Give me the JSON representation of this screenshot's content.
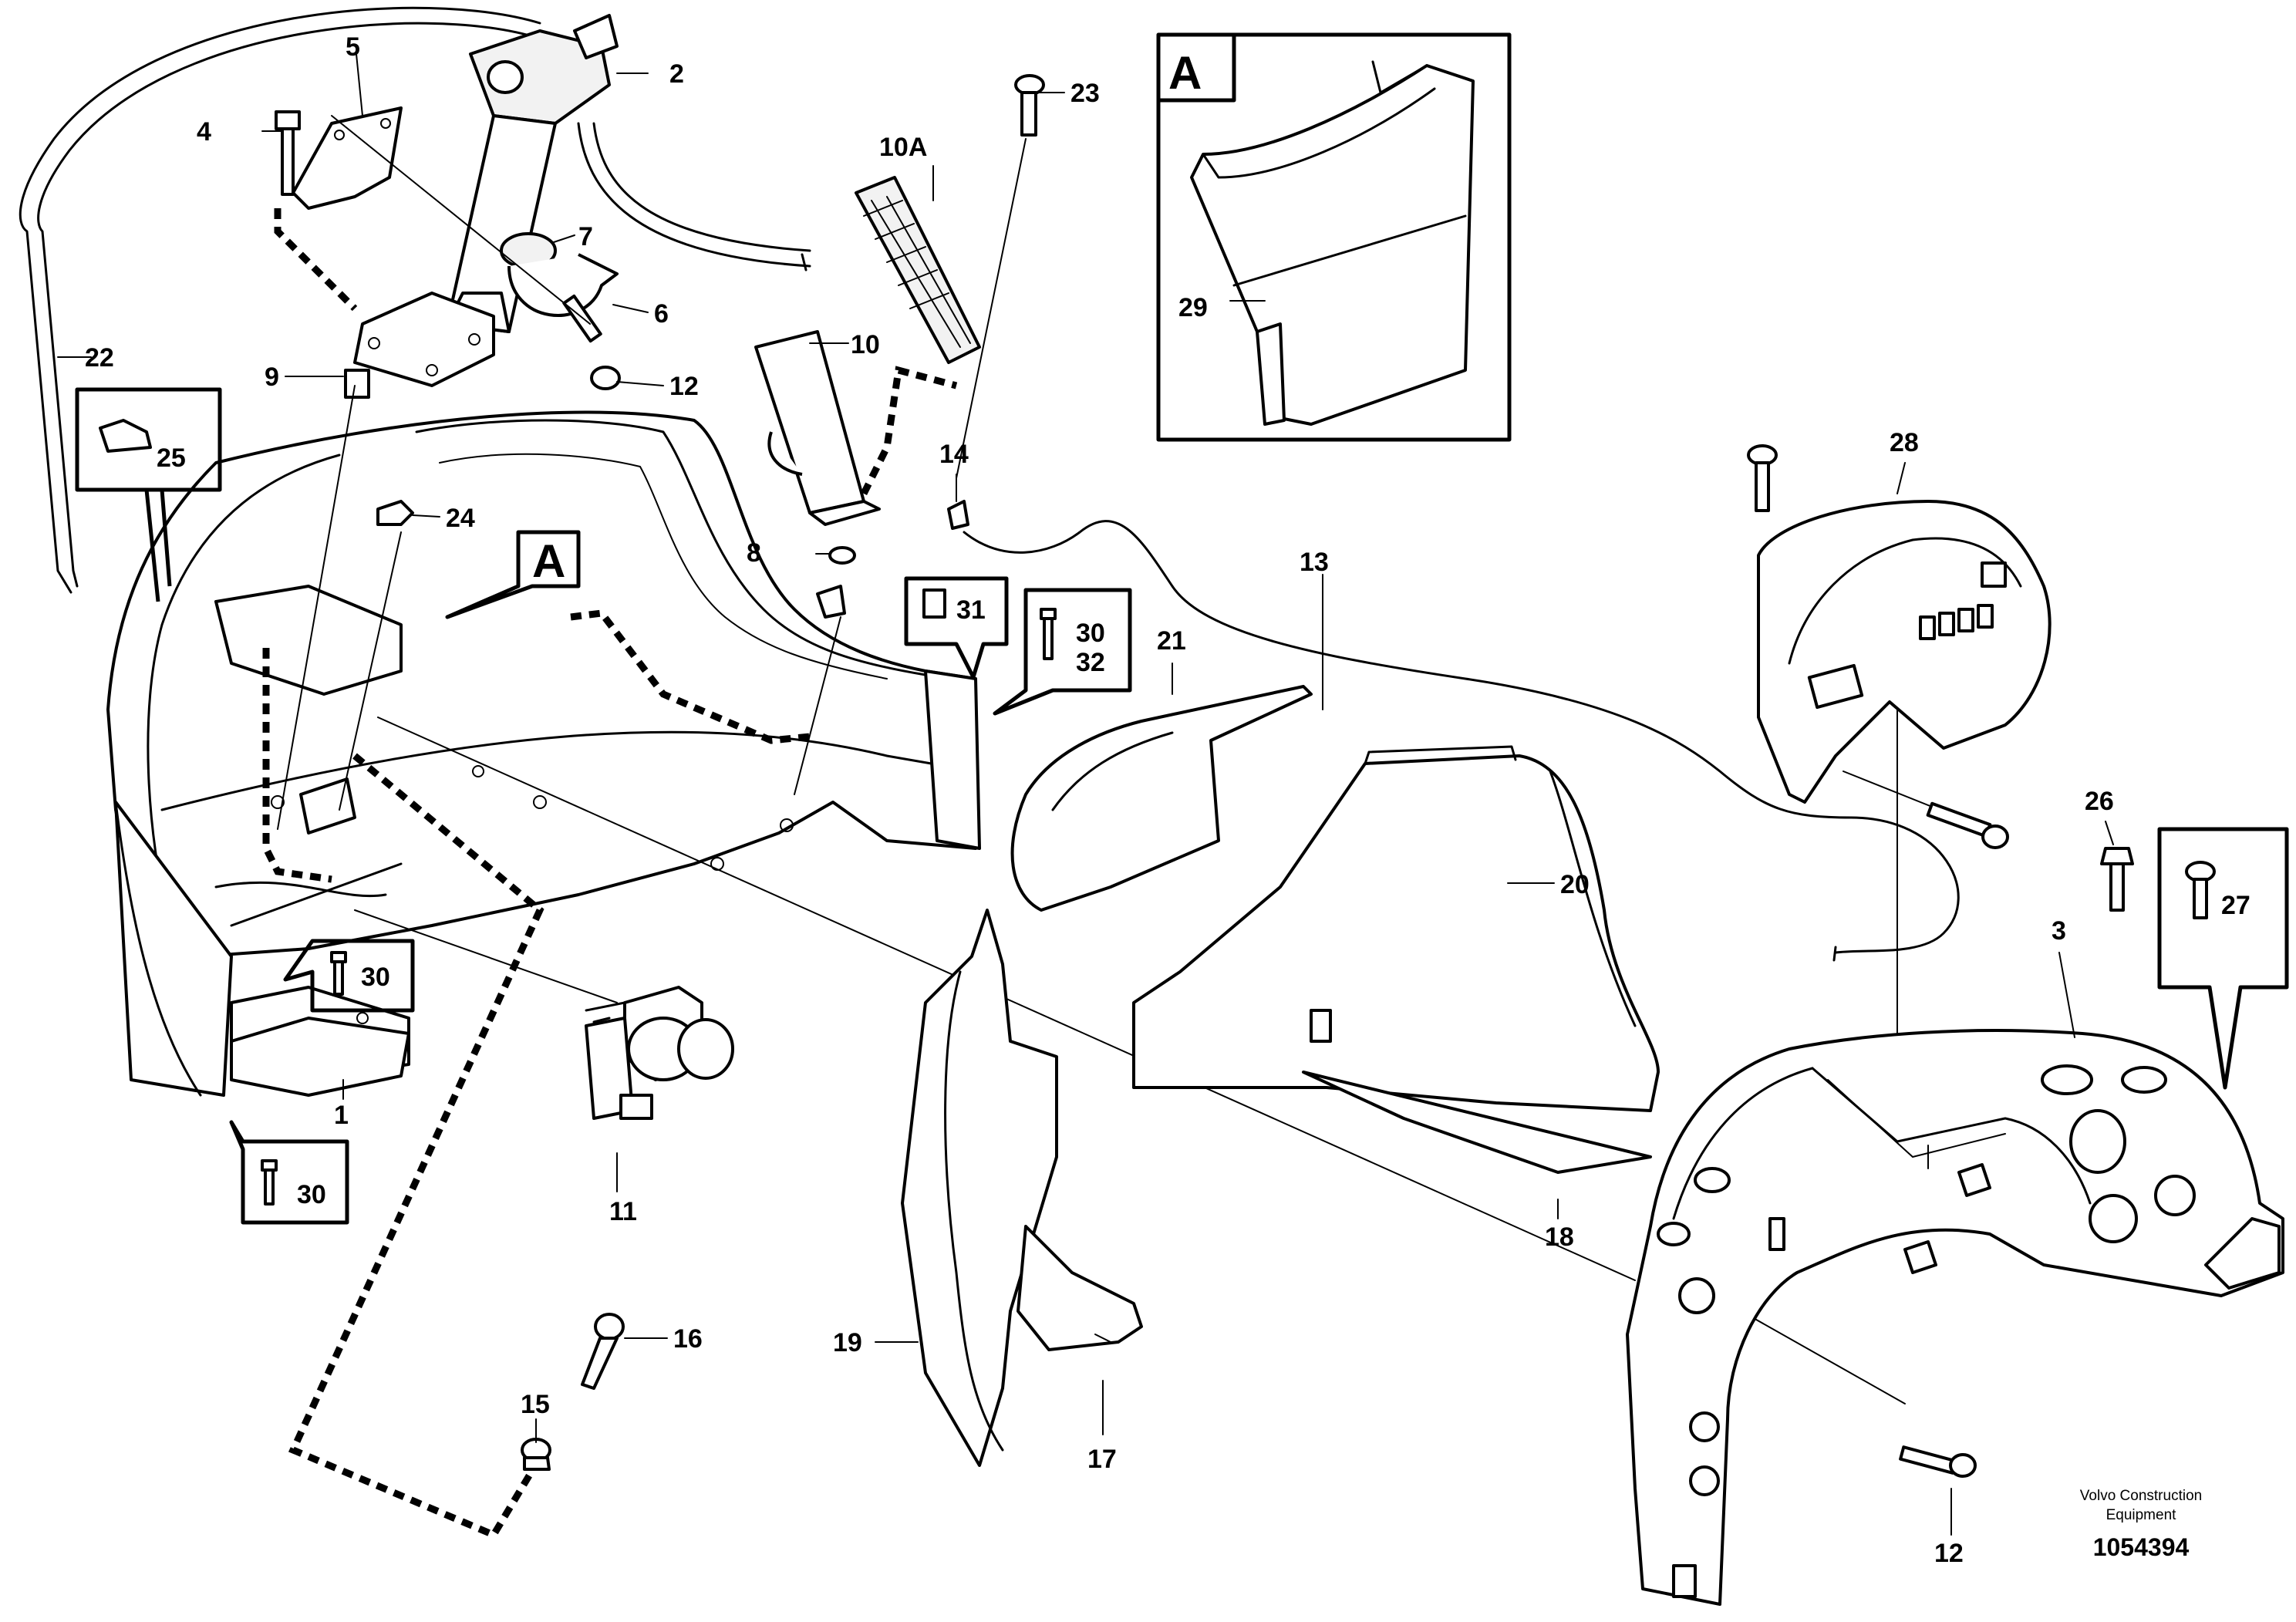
{
  "labels": {
    "l1": "1",
    "l2": "2",
    "l3": "3",
    "l4": "4",
    "l5": "5",
    "l6": "6",
    "l7": "7",
    "l8": "8",
    "l9": "9",
    "l10": "10",
    "l10a": "10A",
    "l11": "11",
    "l12a": "12",
    "l12b": "12",
    "l13": "13",
    "l14": "14",
    "l15": "15",
    "l16": "16",
    "l17": "17",
    "l18": "18",
    "l19": "19",
    "l20": "20",
    "l21": "21",
    "l22": "22",
    "l23": "23",
    "l24": "24",
    "l25": "25",
    "l26": "26",
    "l27": "27",
    "l28": "28",
    "l29": "29",
    "l30a": "30",
    "l30b": "30",
    "l30c": "30",
    "l31": "31",
    "l32": "32"
  },
  "detail": {
    "callout_letter": "A",
    "inset_letter": "A"
  },
  "footer": {
    "brand_line1": "Volvo Construction",
    "brand_line2": "Equipment",
    "doc_number": "1054394"
  }
}
